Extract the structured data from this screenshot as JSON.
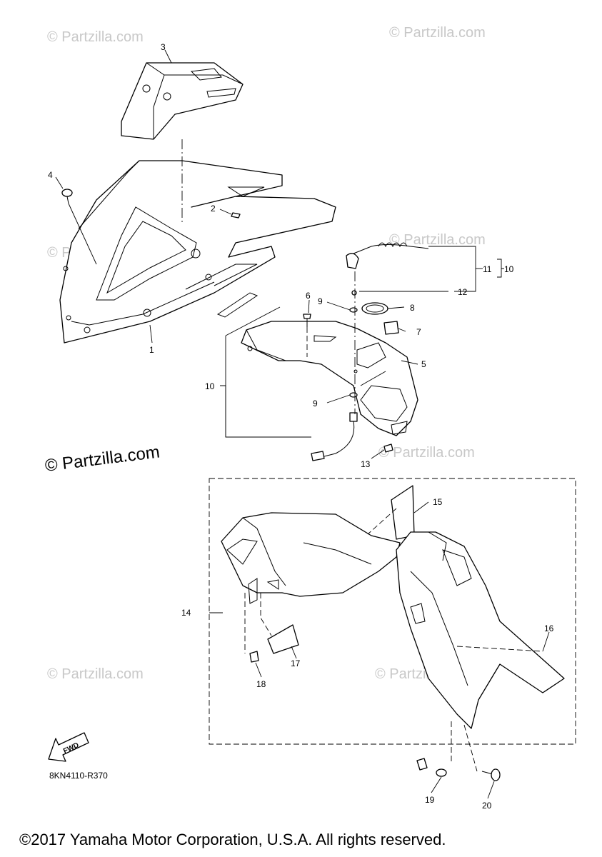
{
  "watermarks": {
    "small": "© Partzilla.com",
    "large": "© Partzilla.com"
  },
  "callouts": {
    "c1": "1",
    "c2": "2",
    "c3": "3",
    "c4": "4",
    "c5": "5",
    "c6": "6",
    "c7": "7",
    "c8": "8",
    "c9a": "9",
    "c9b": "9",
    "c10a": "10",
    "c10b": "10",
    "c11": "11",
    "c12": "12",
    "c13": "13",
    "c14": "14",
    "c15": "15",
    "c16": "16",
    "c17": "17",
    "c18": "18",
    "c19": "19",
    "c20": "20"
  },
  "fwd_label": "FWD",
  "diagram_code": "8KN4110-R370",
  "copyright": "©2017 Yamaha Motor Corporation, U.S.A. All rights reserved."
}
